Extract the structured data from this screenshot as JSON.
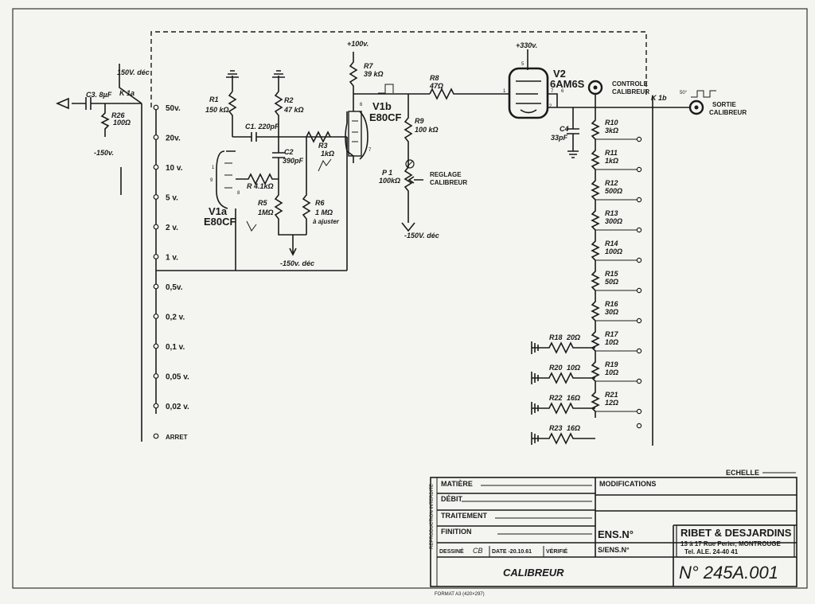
{
  "title_block": {
    "echelle": "ECHELLE",
    "matiere": "MATIÈRE",
    "debit": "DÉBIT",
    "traitement": "TRAITEMENT",
    "finition": "FINITION",
    "modifications": "MODIFICATIONS",
    "ens_no": "ENS.N°",
    "s_ens_no": "S/ENS.N°",
    "dessine": "DESSINÉ",
    "dessine_initials": "CB",
    "date": "DATE -20.10.61",
    "verifie": "VÉRIFIÉ",
    "drawing_title": "CALIBREUR",
    "company": "RIBET & DESJARDINS",
    "address": "13 à 17 Rue Perier, MONTROUGE",
    "telephone": "Tel. ALE. 24-40 41",
    "drawing_number": "N° 245A.001",
    "side_note": "REPRODUCTION INTERDITE",
    "footer": "FORMAT A3 (420×297)"
  },
  "ranges": {
    "items": [
      "50v.",
      "20v.",
      "10 v.",
      "5 v.",
      "2 v.",
      "1 v.",
      "0,5v.",
      "0,2 v.",
      "0,1 v.",
      "0,05 v.",
      "0,02 v."
    ],
    "off": "ARRET"
  },
  "switches": {
    "k1a": "K 1a",
    "k1b": "K 1b"
  },
  "input": {
    "c3": "C3. 8µF",
    "r26": "R26",
    "r26_val": "100Ω",
    "v_dec_top": "150V. déc",
    "v_bottom": "-150v."
  },
  "multivibrator": {
    "r1": "R1",
    "r1_val": "150 kΩ",
    "r2": "R2",
    "r2_val": "47 kΩ",
    "c1": "C1. 220pF",
    "c2": "C2",
    "c2_val": "390pF",
    "r3": "R3",
    "r3_val": "1kΩ",
    "r4": "R 4.1kΩ",
    "r5": "R5",
    "r5_val": "1MΩ",
    "r6": "R6",
    "r6_val": "1 MΩ",
    "r6_note": "à ajuster",
    "r7": "R7",
    "r7_val": "39 kΩ",
    "v_plus": "+100v.",
    "v1a": "V1a",
    "v1a_type": "E80CF",
    "v1b": "V1b",
    "v1b_type": "E80CF",
    "v_dec": "-150v. déc",
    "pin6": "6",
    "pin7": "7",
    "pin1": "1",
    "pin8": "8",
    "pin9": "9"
  },
  "output_stage": {
    "r8": "R8",
    "r8_val": "47Ω",
    "r9": "R9",
    "r9_val": "100 kΩ",
    "p1": "P 1",
    "p1_val": "100kΩ",
    "p1_label": "REGLAGE",
    "p1_label2": "CALIBREUR",
    "v_dec": "-150V. déc",
    "v2": "V2",
    "v2_type": "6AM6S",
    "v_plus": "+330v.",
    "pin5": "5",
    "pin1": "1",
    "pin2": "2",
    "pin7": "7",
    "pin6": "6",
    "controle": "CONTROLE",
    "controle2": "CALIBREUR",
    "c4": "C4",
    "c4_val": "33pF",
    "sortie": "SORTIE",
    "sortie2": "CALIBREUR",
    "out_mark": "50°"
  },
  "attenuator": [
    {
      "ref": "R10",
      "val": "3kΩ"
    },
    {
      "ref": "R11",
      "val": "1kΩ"
    },
    {
      "ref": "R12",
      "val": "500Ω"
    },
    {
      "ref": "R13",
      "val": "300Ω"
    },
    {
      "ref": "R14",
      "val": "100Ω"
    },
    {
      "ref": "R15",
      "val": "50Ω"
    },
    {
      "ref": "R16",
      "val": "30Ω"
    },
    {
      "ref": "R17",
      "val": "10Ω"
    },
    {
      "ref": "R19",
      "val": "10Ω"
    },
    {
      "ref": "R21",
      "val": "12Ω"
    }
  ],
  "shunts": [
    {
      "ref": "R18",
      "val": "20Ω"
    },
    {
      "ref": "R20",
      "val": "10Ω"
    },
    {
      "ref": "R22",
      "val": "16Ω"
    },
    {
      "ref": "R23",
      "val": "16Ω"
    }
  ]
}
